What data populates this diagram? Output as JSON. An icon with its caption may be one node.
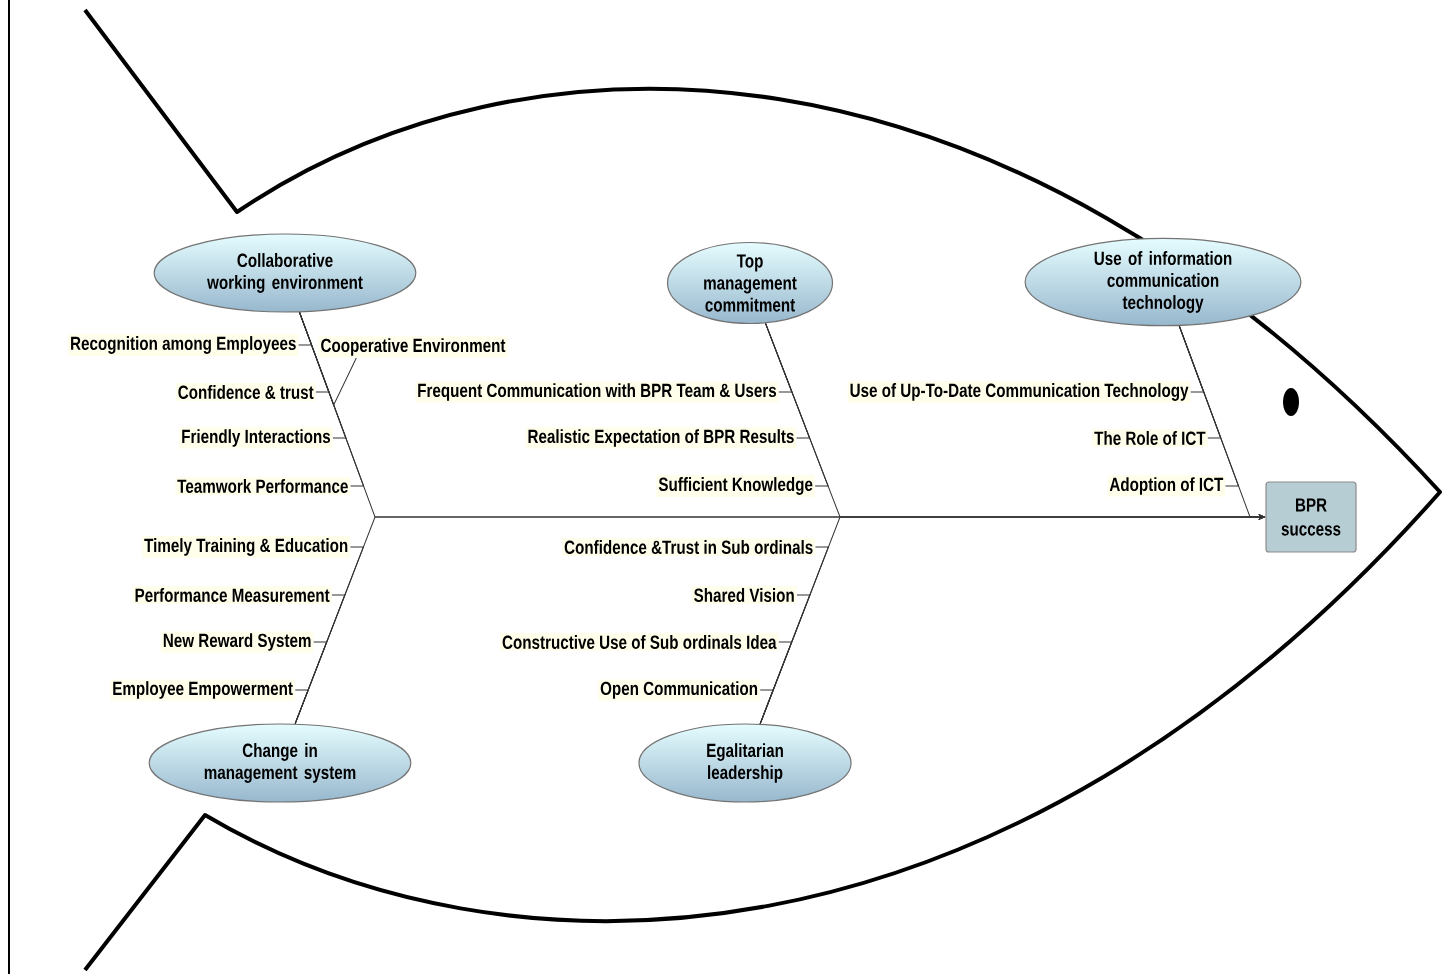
{
  "diagram": {
    "nodes": [
      {
        "text": [
          "Collaborative working environment"
        ]
      },
      {
        "text": [
          "Top management commitment"
        ]
      },
      {
        "text": [
          "Use of information communication technology"
        ]
      },
      {
        "text": [
          "Recognition among Employees"
        ]
      },
      {
        "text": [
          "Cooperative Environment"
        ]
      },
      {
        "text": [
          "Confidence & trust"
        ]
      },
      {
        "text": [
          "Friendly Interactions"
        ]
      },
      {
        "text": [
          "Teamwork Performance"
        ]
      },
      {
        "text": [
          "Frequent Communication with BPR Team & Users"
        ]
      },
      {
        "text": [
          "Realistic Expectation of BPR Results"
        ]
      },
      {
        "text": [
          "Sufficient Knowledge"
        ]
      },
      {
        "text": [
          "Use of Up-To-Date Communication Technology"
        ]
      },
      {
        "text": [
          "The Role of ICT"
        ]
      },
      {
        "text": [
          "Adoption of ICT"
        ]
      },
      {
        "text": [
          "BPR success"
        ]
      },
      {
        "text": [
          "Timely Training & Education"
        ]
      },
      {
        "text": [
          "Performance Measurement"
        ]
      },
      {
        "text": [
          "New Reward System"
        ]
      },
      {
        "text": [
          "Employee Empowerment"
        ]
      },
      {
        "text": [
          "Confidence &Trust in Sub ordinals"
        ]
      },
      {
        "text": [
          "Shared Vision"
        ]
      },
      {
        "text": [
          "Constructive Use of Sub ordinals Idea"
        ]
      },
      {
        "text": [
          "Open Communication"
        ]
      },
      {
        "text": [
          "Change in management system"
        ]
      },
      {
        "text": [
          "Egalitarian leadership"
        ]
      }
    ],
    "edges": [
      {
        "from": 0,
        "to": 14,
        "arrow": "to"
      },
      {
        "from": 1,
        "to": 14,
        "arrow": "to"
      },
      {
        "from": 2,
        "to": 14,
        "arrow": "to"
      },
      {
        "from": 23,
        "to": 14,
        "arrow": "to"
      },
      {
        "from": 24,
        "to": 14,
        "arrow": "to"
      },
      {
        "from": 3,
        "to": 0,
        "arrow": "none"
      },
      {
        "from": 4,
        "to": 0,
        "arrow": "none"
      },
      {
        "from": 5,
        "to": 0,
        "arrow": "none"
      },
      {
        "from": 6,
        "to": 0,
        "arrow": "none"
      },
      {
        "from": 7,
        "to": 0,
        "arrow": "none"
      },
      {
        "from": 8,
        "to": 1,
        "arrow": "none"
      },
      {
        "from": 9,
        "to": 1,
        "arrow": "none"
      },
      {
        "from": 10,
        "to": 1,
        "arrow": "none"
      },
      {
        "from": 11,
        "to": 2,
        "arrow": "none"
      },
      {
        "from": 12,
        "to": 2,
        "arrow": "none"
      },
      {
        "from": 13,
        "to": 2,
        "arrow": "none"
      },
      {
        "from": 15,
        "to": 23,
        "arrow": "none"
      },
      {
        "from": 16,
        "to": 23,
        "arrow": "none"
      },
      {
        "from": 17,
        "to": 23,
        "arrow": "none"
      },
      {
        "from": 18,
        "to": 23,
        "arrow": "none"
      },
      {
        "from": 19,
        "to": 24,
        "arrow": "none"
      },
      {
        "from": 20,
        "to": 24,
        "arrow": "none"
      },
      {
        "from": 21,
        "to": 24,
        "arrow": "none"
      },
      {
        "from": 22,
        "to": 24,
        "arrow": "none"
      }
    ]
  }
}
